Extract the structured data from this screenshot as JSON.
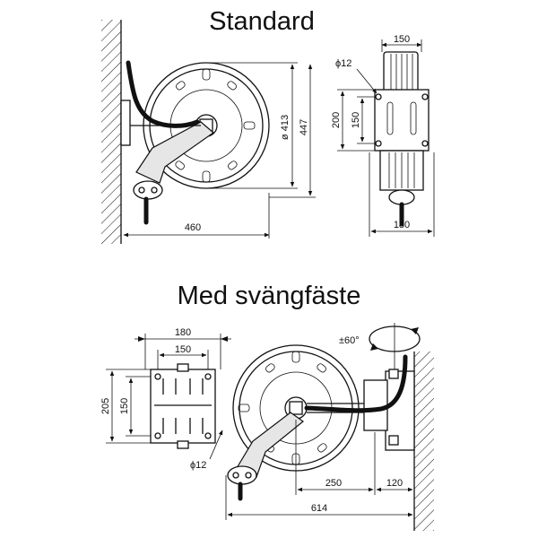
{
  "titles": {
    "standard": "Standard",
    "swivel": "Med svängfäste"
  },
  "standard": {
    "side": {
      "depth": "460",
      "diameter": "ø 413",
      "height": "447"
    },
    "front": {
      "width": "150",
      "hole": "ϕ12",
      "plate_height": "200",
      "hole_spacing": "150",
      "base_width": "180"
    }
  },
  "swivel": {
    "bracket": {
      "width": "180",
      "hole_spacing_h": "150",
      "height": "205",
      "hole_spacing_v": "150",
      "hole": "ϕ12"
    },
    "side": {
      "rotation": "±60°",
      "reel_offset": "250",
      "wall_offset": "120",
      "total_depth": "614"
    }
  },
  "colors": {
    "line": "#111111",
    "background": "#ffffff"
  }
}
